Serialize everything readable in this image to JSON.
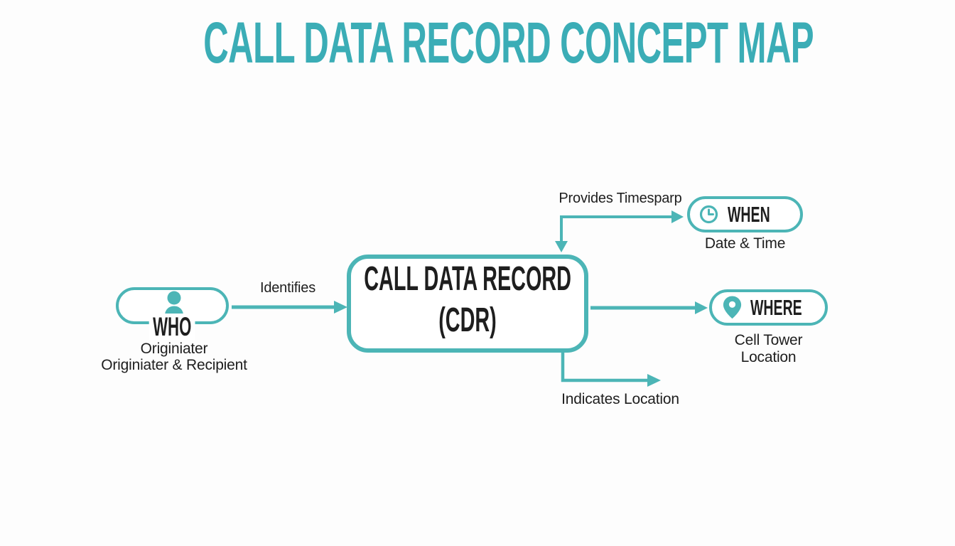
{
  "title": "CALL DATA RECORD CONCEPT MAP",
  "colors": {
    "accent": "#4cb5b6",
    "title_color": "#3badb6",
    "text_color": "#1e1e1e"
  },
  "center_node": {
    "line1": "CALL DATA RECORD",
    "line2": "(CDR)"
  },
  "who_node": {
    "label": "WHO",
    "icon": "person-icon",
    "subtitle1": "Originiater",
    "subtitle2": "Originiater & Recipient"
  },
  "when_node": {
    "label": "WHEN",
    "icon": "clock-icon",
    "subtitle": "Date & Time"
  },
  "where_node": {
    "label": "WHERE",
    "icon": "location-pin-icon",
    "subtitle1": "Cell Tower",
    "subtitle2": "Location"
  },
  "edges": {
    "identifies_label": "Identifies",
    "provides_timestamp_label": "Provides Timesparp",
    "indicates_location_label": "Indicates Location"
  }
}
